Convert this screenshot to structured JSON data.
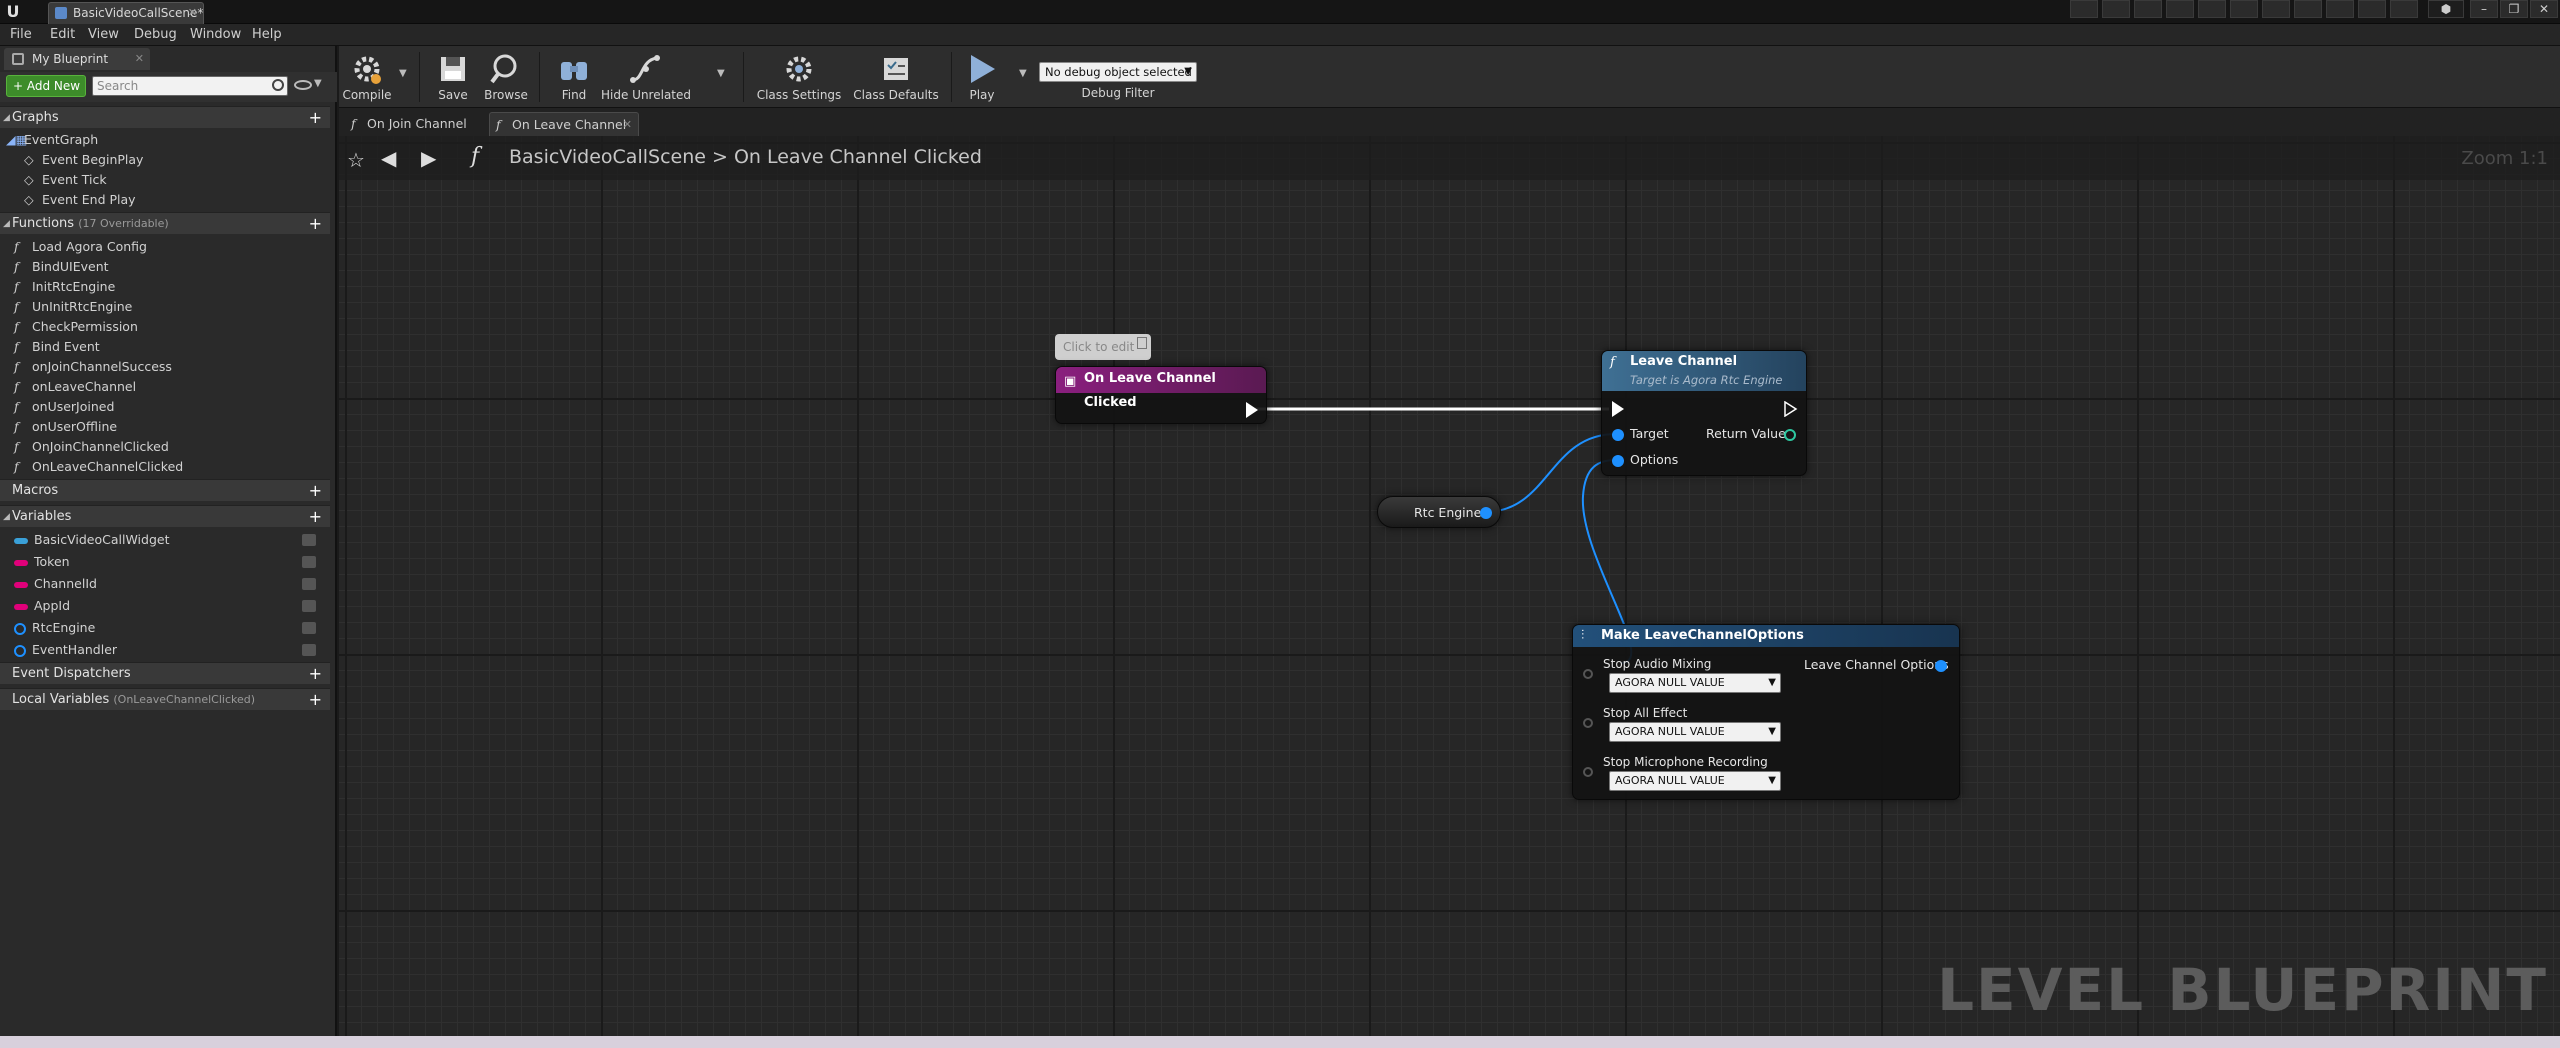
{
  "window": {
    "doc_tab": "BasicVideoCallScene*"
  },
  "menu": [
    "File",
    "Edit",
    "View",
    "Debug",
    "Window",
    "Help"
  ],
  "left_panel": {
    "tab_label": "My Blueprint",
    "add_new_label": "+ Add New",
    "search_placeholder": "Search",
    "graphs": {
      "header": "Graphs",
      "items": [
        "EventGraph",
        "Event BeginPlay",
        "Event Tick",
        "Event End Play"
      ]
    },
    "functions": {
      "header": "Functions",
      "overridable": "(17 Overridable)",
      "items": [
        "Load Agora Config",
        "BindUIEvent",
        "InitRtcEngine",
        "UnInitRtcEngine",
        "CheckPermission",
        "Bind Event",
        "onJoinChannelSuccess",
        "onLeaveChannel",
        "onUserJoined",
        "onUserOffline",
        "OnJoinChannelClicked",
        "OnLeaveChannelClicked"
      ]
    },
    "macros": {
      "header": "Macros"
    },
    "variables": {
      "header": "Variables",
      "items": [
        "BasicVideoCallWidget",
        "Token",
        "ChannelId",
        "AppId",
        "RtcEngine",
        "EventHandler"
      ]
    },
    "event_dispatchers": {
      "header": "Event Dispatchers"
    },
    "local_variables": {
      "header": "Local Variables",
      "context": "(OnLeaveChannelClicked)"
    }
  },
  "toolbar": {
    "compile": "Compile",
    "save": "Save",
    "browse": "Browse",
    "find": "Find",
    "hide_unrelated": "Hide Unrelated",
    "class_settings": "Class Settings",
    "class_defaults": "Class Defaults",
    "play": "Play",
    "debug_select": "No debug object selected",
    "debug_filter": "Debug Filter"
  },
  "graph_tabs": [
    "On Join Channel C",
    "On Leave Channel"
  ],
  "graph": {
    "breadcrumb_root": "BasicVideoCallScene",
    "breadcrumb_sep": ">",
    "breadcrumb_current": "On Leave Channel Clicked",
    "zoom": "Zoom 1:1",
    "watermark": "LEVEL BLUEPRINT",
    "comment_bubble": "Click to edit",
    "event_node": {
      "title": "On Leave Channel Clicked"
    },
    "leave_node": {
      "title": "Leave Channel",
      "subtitle": "Target is Agora Rtc Engine",
      "target": "Target",
      "options": "Options",
      "return_value": "Return Value"
    },
    "rtc_node": {
      "label": "Rtc Engine"
    },
    "make_node": {
      "title": "Make LeaveChannelOptions",
      "output": "Leave Channel Options",
      "fields": [
        {
          "label": "Stop Audio Mixing",
          "value": "AGORA NULL VALUE"
        },
        {
          "label": "Stop All Effect",
          "value": "AGORA NULL VALUE"
        },
        {
          "label": "Stop Microphone Recording",
          "value": "AGORA NULL VALUE"
        }
      ]
    }
  },
  "colors": {
    "event_header": "#7a1f6e",
    "function_header": "#3a6b8c",
    "struct_header": "#1f4a6e",
    "object_pin": "#1e90ff",
    "string_pin": "#e0007a",
    "add_new_green": "#3d8c2a"
  }
}
